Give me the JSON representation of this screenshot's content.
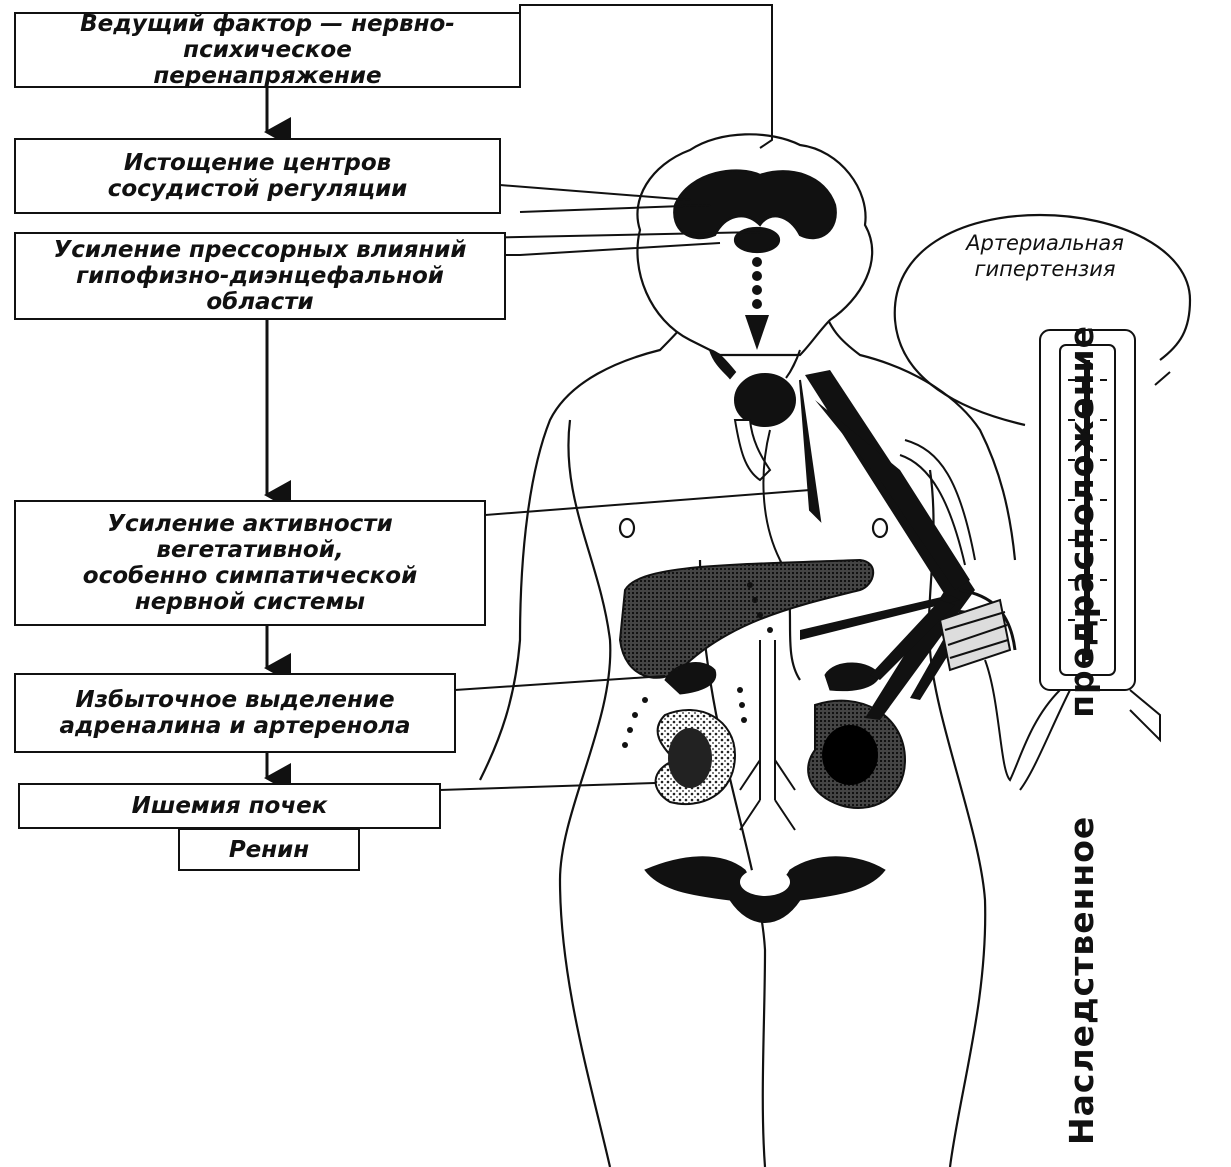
{
  "steps": [
    {
      "lines": [
        "Ведущий фактор — нервно-психическое",
        "перенапряжение"
      ]
    },
    {
      "lines": [
        "Истощение центров",
        "сосудистой регуляции"
      ]
    },
    {
      "lines": [
        "Усиление прессорных влияний",
        "гипофизно-диэнцефальной",
        "области"
      ]
    },
    {
      "lines": [
        "Усиление активности",
        "вегетативной,",
        "особенно симпатической",
        "нервной системы"
      ]
    },
    {
      "lines": [
        "Избыточное выделение",
        "адреналина и артеренола"
      ]
    },
    {
      "lines": [
        "Ишемия почек"
      ]
    },
    {
      "lines": [
        "Ренин"
      ]
    }
  ],
  "bubble": {
    "line1": "Артериальная",
    "line2": "гипертензия"
  },
  "side_label": {
    "word1": "Наследственное",
    "word2": "предрасположение"
  }
}
